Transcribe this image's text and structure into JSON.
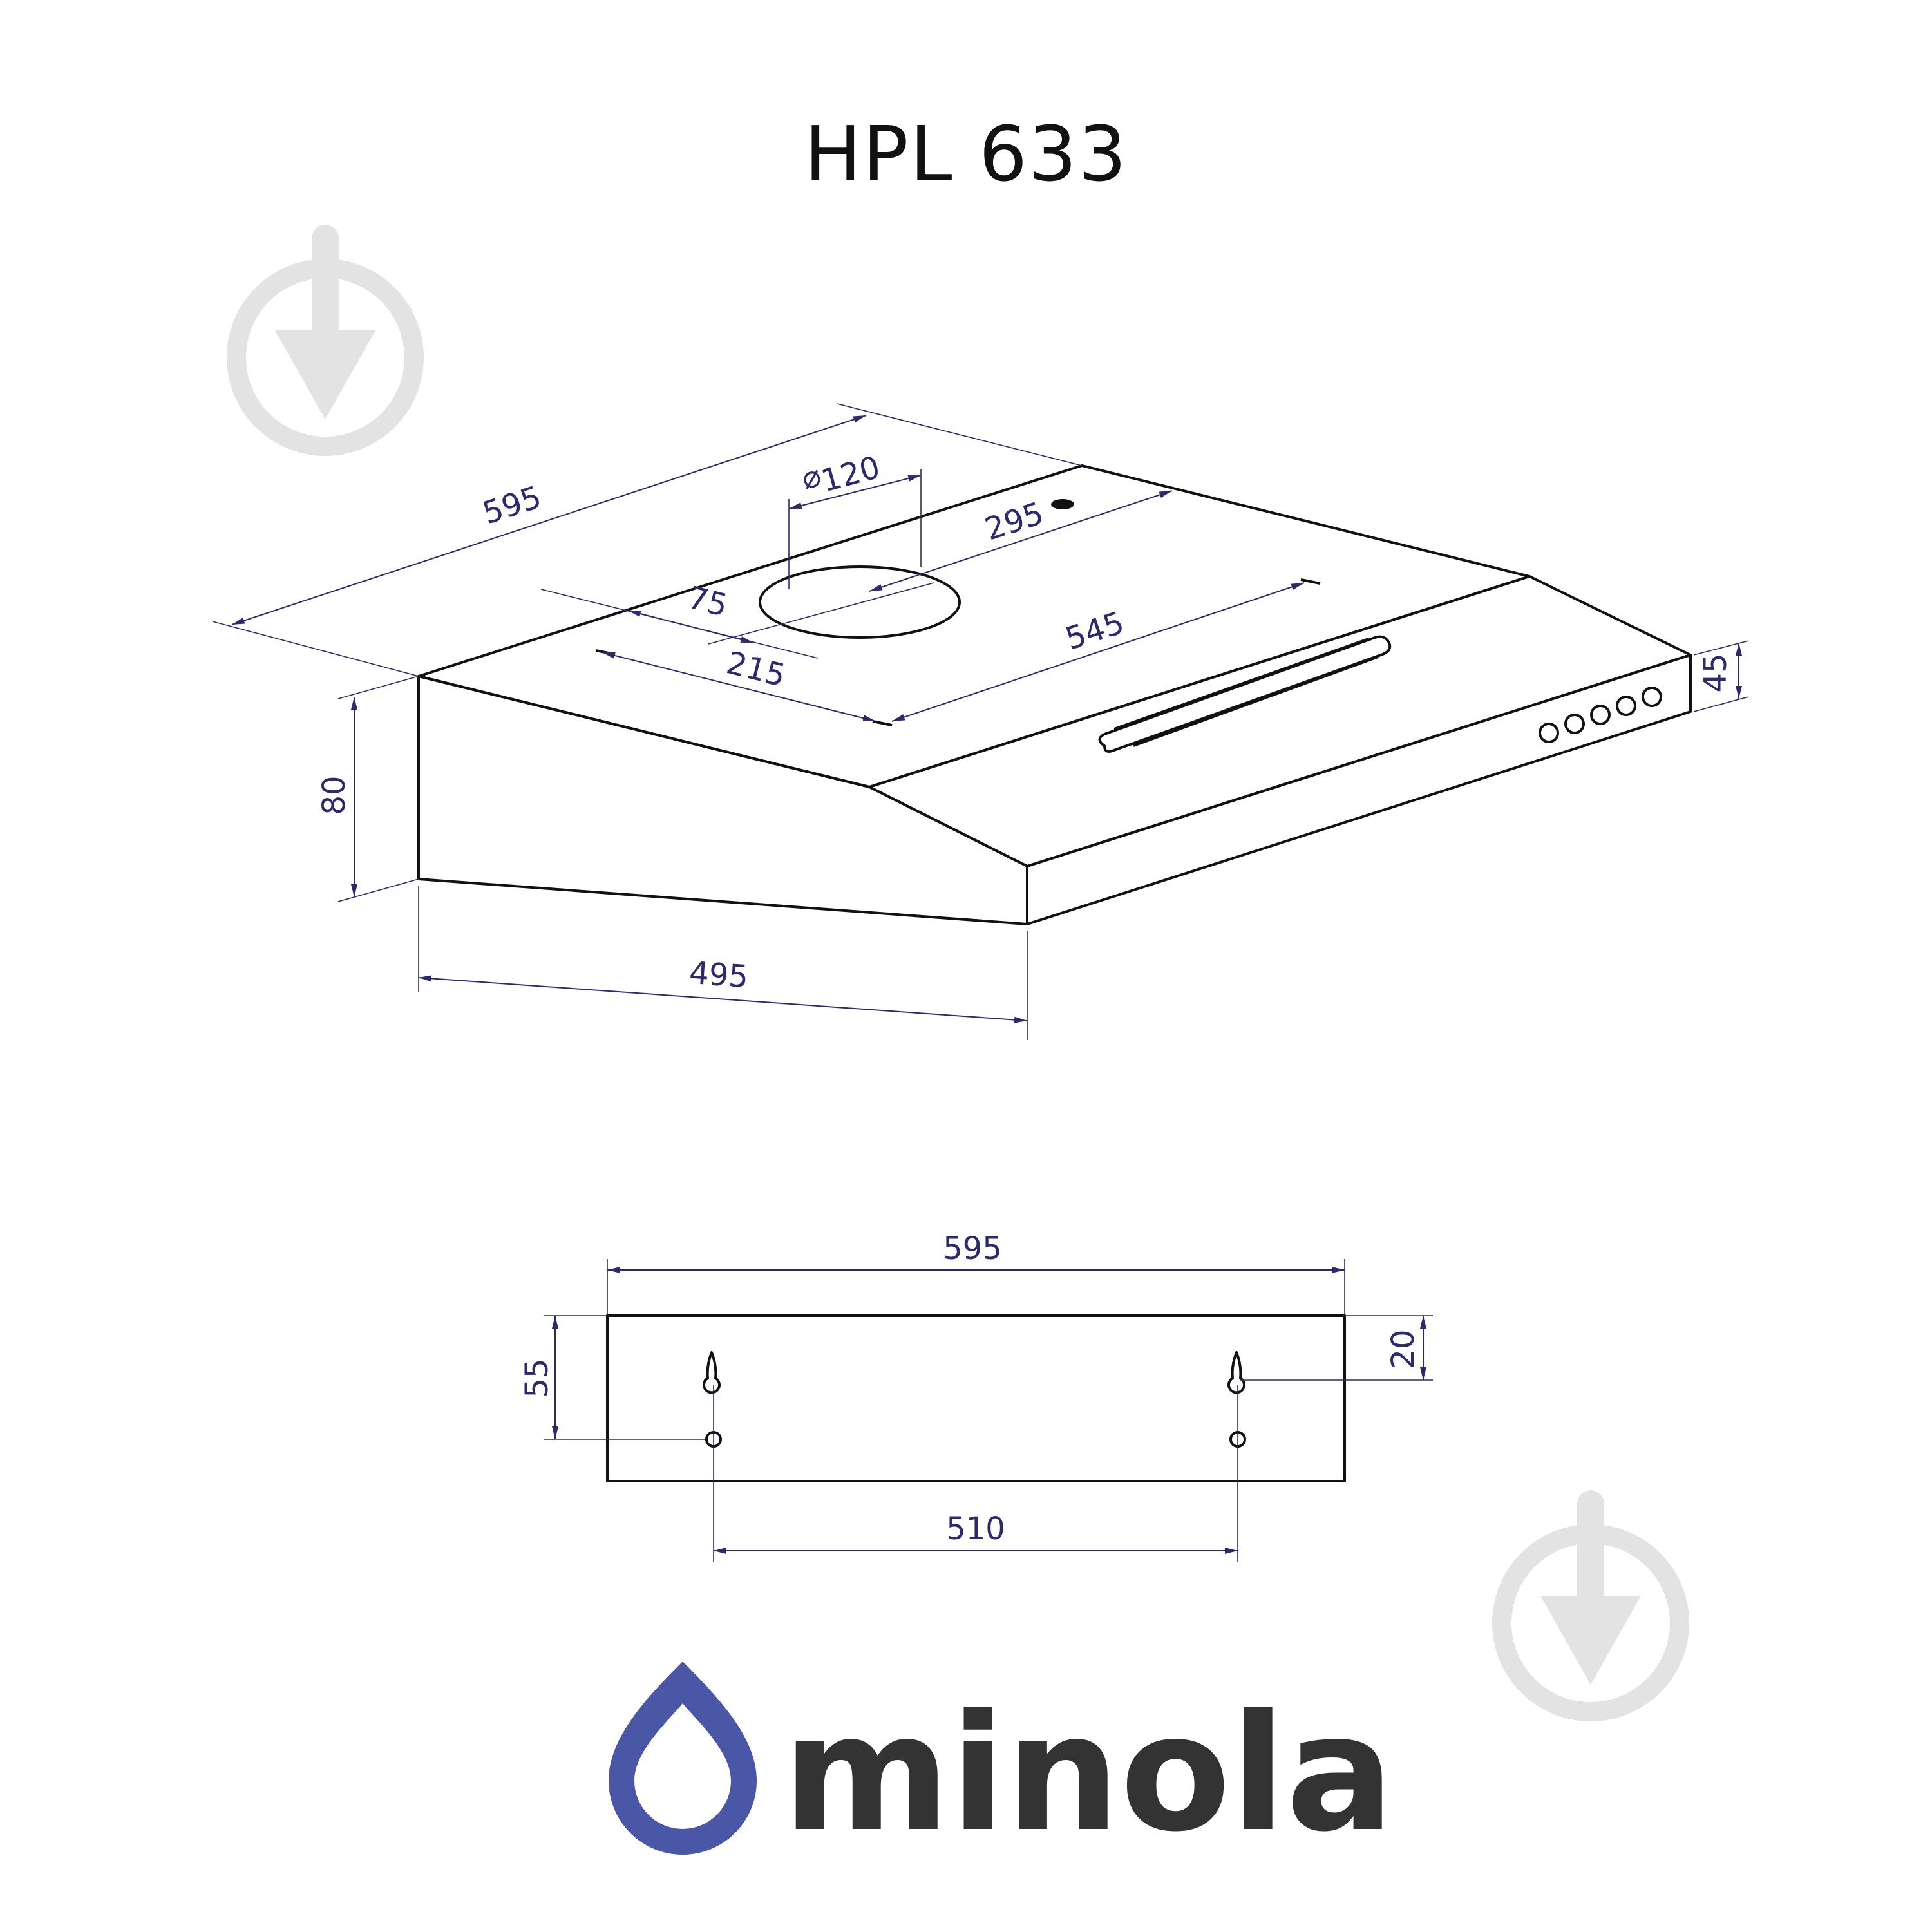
{
  "model": "HPL 633",
  "brand": {
    "name": "minola",
    "color": "#4a56a6",
    "text_color": "#333333"
  },
  "watermark": {
    "icon": "download-icon",
    "color": "#e3e3e3"
  },
  "colors": {
    "dimension": "#2b2a6e",
    "outline": "#111111"
  },
  "iso_view": {
    "dims": {
      "width": "595",
      "duct": "120",
      "duct_offset": "295",
      "duct_depth": "75",
      "front_to_duct": "215",
      "mount_span": "545",
      "front_height": "45",
      "back_height": "80",
      "depth": "495"
    }
  },
  "back_view": {
    "dims": {
      "width": "595",
      "top_offset": "20",
      "hole_height": "55",
      "hole_span": "510"
    }
  }
}
